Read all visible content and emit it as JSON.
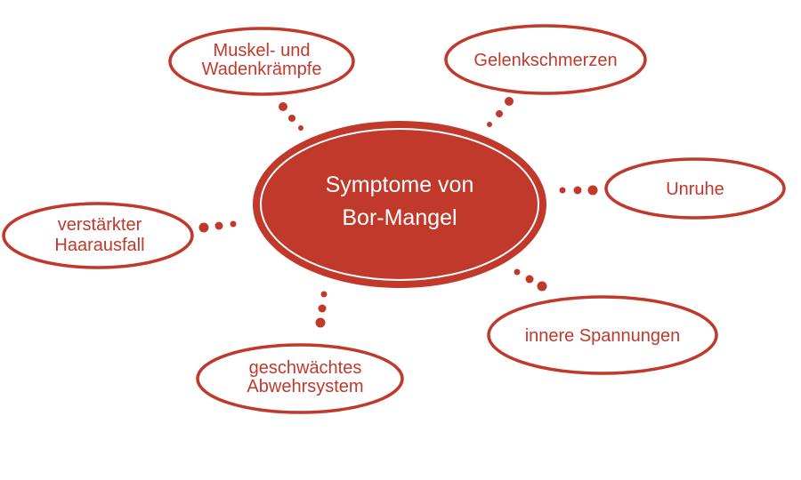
{
  "colors": {
    "accent": "#c0392b",
    "center_fill": "#c0392b",
    "center_text": "#ffffff",
    "node_fill": "#ffffff"
  },
  "center": {
    "lines": [
      "Symptome von",
      "Bor-Mangel"
    ]
  },
  "nodes": [
    {
      "id": "muskel",
      "lines": [
        "Muskel- und",
        "Wadenkrämpfe"
      ]
    },
    {
      "id": "gelenk",
      "lines": [
        "Gelenkschmerzen"
      ]
    },
    {
      "id": "unruhe",
      "lines": [
        "Unruhe"
      ]
    },
    {
      "id": "spannungen",
      "lines": [
        "innere Spannungen"
      ]
    },
    {
      "id": "abwehr",
      "lines": [
        "geschwächtes",
        "Abwehrsystem"
      ]
    },
    {
      "id": "haar",
      "lines": [
        "verstärkter",
        "Haarausfall"
      ]
    }
  ]
}
